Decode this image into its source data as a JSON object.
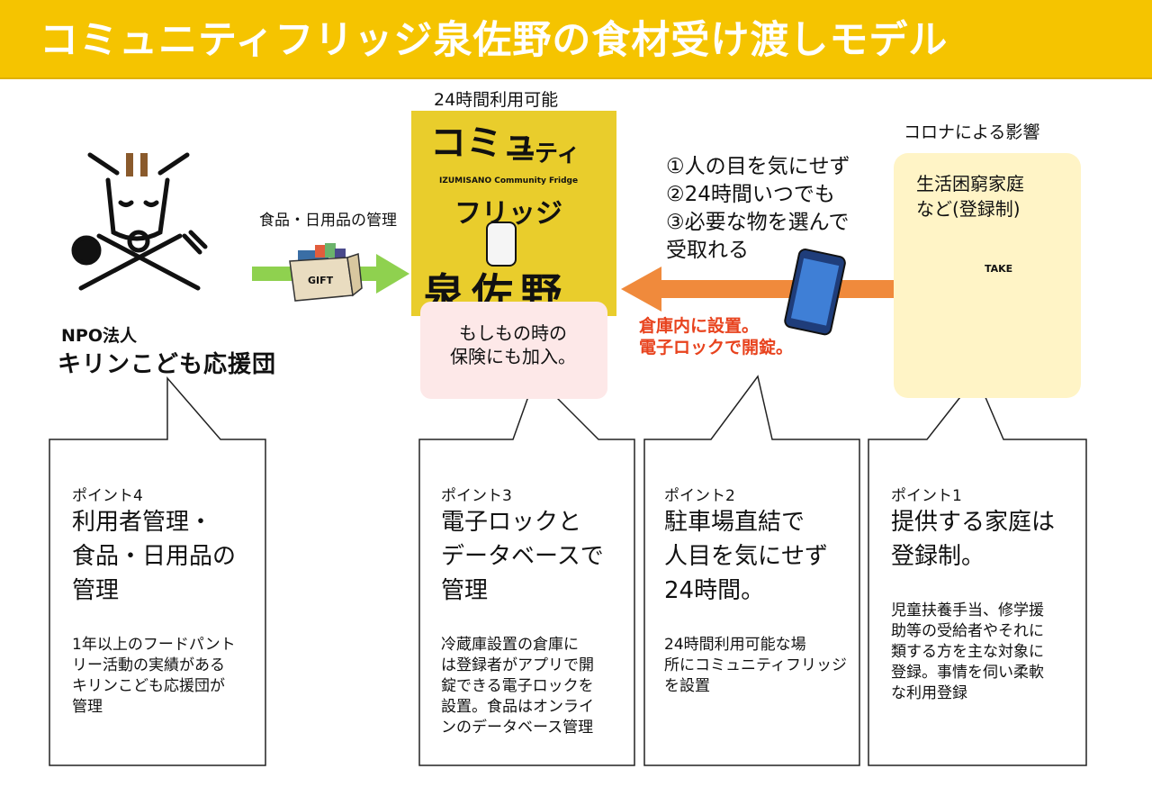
{
  "title": "コミュニティフリッジ泉佐野の食材受け渡しモデル",
  "fridge": {
    "availability": "24時間利用可能",
    "logo_line1": "コミュ",
    "logo_line1b": "ニティ",
    "logo_sub": "IZUMISANO Community Fridge",
    "logo_line2": "フリッジ",
    "logo_line3": "泉佐野",
    "insurance_line1": "もしもの時の",
    "insurance_line2": "保険にも加入。"
  },
  "left_arrow_label": "食品・日用品の管理",
  "gift_label": "GIFT",
  "npo": {
    "label": "NPO法人",
    "name": "キリンこども応援団"
  },
  "benefits": [
    "①人の目を気にせず",
    "②24時間いつでも",
    "③必要な物を選んで",
    "受取れる"
  ],
  "location_note": [
    "倉庫内に設置。",
    "電子ロックで開錠。"
  ],
  "corona": {
    "label": "コロナによる影響",
    "households_line1": "生活困窮家庭",
    "households_line2": "など(登録制)",
    "take_label": "TAKE"
  },
  "points": [
    {
      "label": "ポイント4",
      "heading": [
        "利用者管理・",
        "食品・日用品の",
        "管理"
      ],
      "body": [
        "1年以上のフードパント",
        "リー活動の実績がある",
        "キリンこども応援団が",
        "管理"
      ]
    },
    {
      "label": "ポイント3",
      "heading": [
        "電子ロックと",
        "データベースで",
        "管理"
      ],
      "body": [
        "冷蔵庫設置の倉庫に",
        "は登録者がアプリで開",
        "錠できる電子ロックを",
        "設置。食品はオンライ",
        "ンのデータベース管理"
      ]
    },
    {
      "label": "ポイント2",
      "heading": [
        "駐車場直結で",
        "人目を気にせず",
        "24時間。"
      ],
      "body": [
        "24時間利用可能な場",
        "所にコミュニティフリッジ",
        "を設置"
      ]
    },
    {
      "label": "ポイント1",
      "heading": [
        "提供する家庭は",
        "登録制。"
      ],
      "body": [
        "児童扶養手当、修学援",
        "助等の受給者やそれに",
        "類する方を主な対象に",
        "登録。事情を伺い柔軟",
        "な利用登録"
      ]
    }
  ],
  "colors": {
    "title_bar": "#f5c400",
    "fridge_bg": "#e9cd2c",
    "green_arrow": "#8fd14f",
    "orange_arrow": "#f08a3c",
    "red_text": "#e8431e",
    "pink_box": "#fde8e8",
    "yellow_box": "#fff4c6"
  }
}
